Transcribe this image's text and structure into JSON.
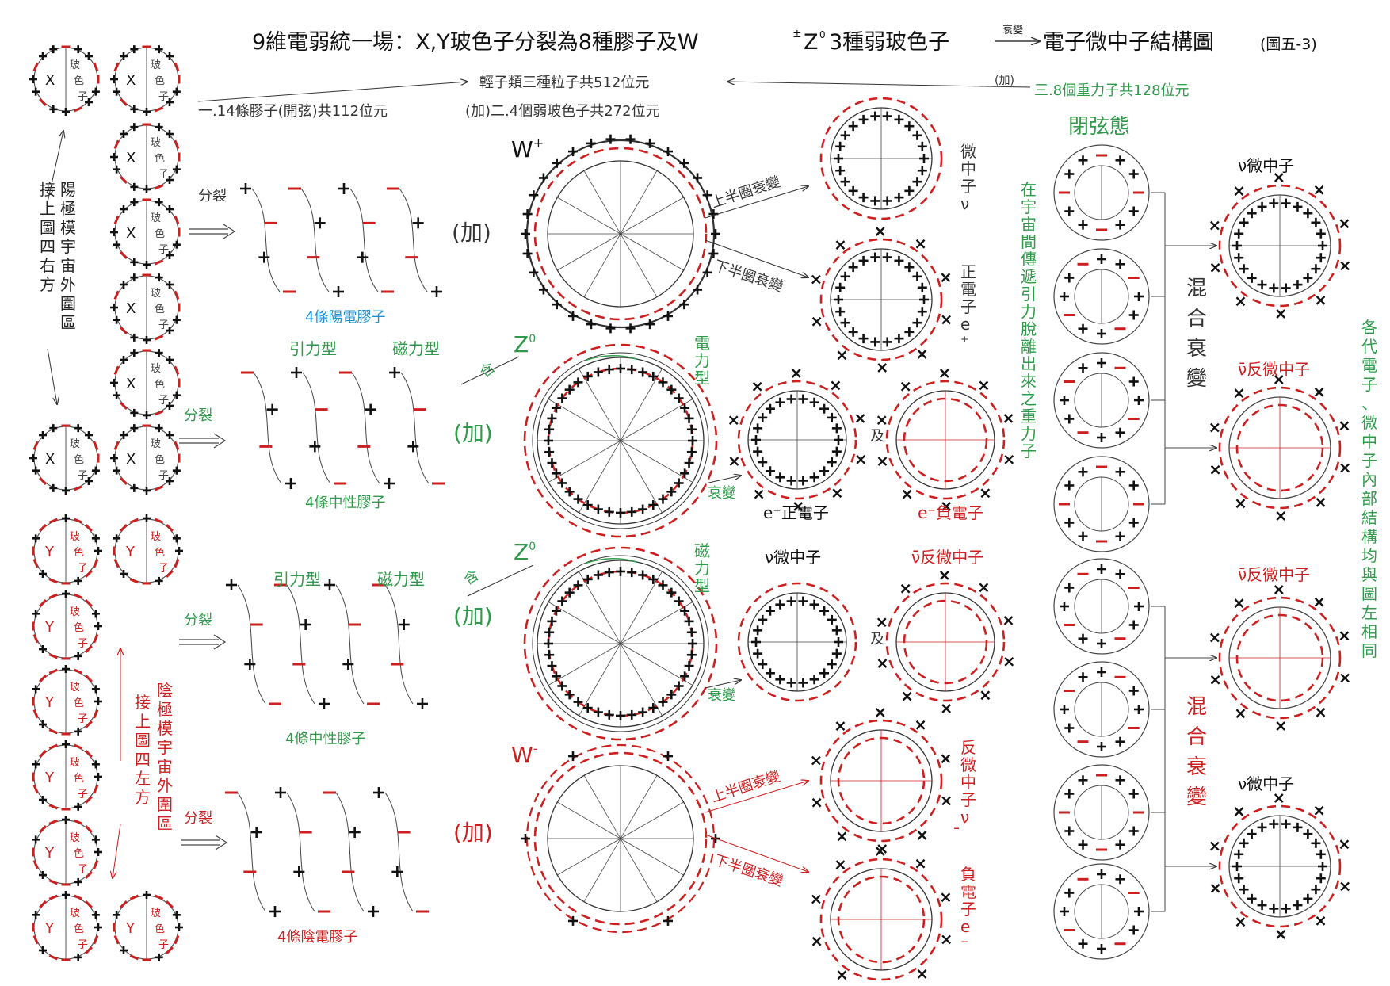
{
  "title": {
    "main": "9維電弱統一場：X,Y玻色子分裂為8種膠子及W",
    "pm": "±",
    "z": "Z",
    "z0": "0",
    "mid": "3種弱玻色子",
    "over_arrow": "衰變",
    "end": "電子微中子結構圖",
    "fig": "(圖五-3)"
  },
  "colors": {
    "black": "#111111",
    "red": "#cc1f1f",
    "green": "#2e9a4a",
    "blue": "#1f8fd0",
    "gray": "#444444"
  },
  "top": {
    "lepton_total": "輕子類三種粒子共512位元",
    "gluon_strings": "一.14條膠子(開弦)共112位元",
    "weak_bosons": "(加)二.4個弱玻色子共272位元",
    "add": "(加)",
    "graviton": "三.8個重力子共128位元"
  },
  "left": {
    "x_label": "X",
    "y_label": "Y",
    "boson_chars": [
      "玻",
      "色",
      "子"
    ],
    "anode_text": "陽極模宇宙外圍區",
    "connect_right": "接上圖四右方",
    "cathode_text": "陰極模宇宙外圍區",
    "connect_left": "接上圖四左方"
  },
  "middle": {
    "split": "分裂",
    "add": "(加)",
    "positive_gluon": "4條陽電膠子",
    "neutral_gluon": "4條中性膠子",
    "negative_gluon": "4條陰電膠子",
    "gravity_type": "引力型",
    "magnetic_type": "磁力型",
    "electric_type": "電力型",
    "contains": "含",
    "w_plus": "W",
    "w_plus_sup": "+",
    "w_minus": "W",
    "w_minus_sup": "-",
    "z0": "Z",
    "z0_sup": "0",
    "upper_decay": "上半圈衰變",
    "lower_decay": "下半圈衰變",
    "decay": "衰變",
    "and": "及"
  },
  "products": {
    "neutrino_v": "微中子ν",
    "positron_e": "正電子e⁺",
    "positron_label": "e⁺正電子",
    "electron_label": "e⁻負電子",
    "neutrino_label": "ν微中子",
    "antineutrino_label": "ν̄反微中子",
    "antineutrino_v": "反微中子ν̄",
    "electron_e": "負電子e⁻"
  },
  "right": {
    "closed_string": "閉弦態",
    "graviton_text": "在宇宙間傳遞引力脫離出來之重力子",
    "mixed_decay": "混合衰變",
    "neutrino_label": "ν微中子",
    "antineutrino_label": "ν̄反微中子",
    "side_note": "各代電子、微中子內部結構均與圖左相同"
  }
}
